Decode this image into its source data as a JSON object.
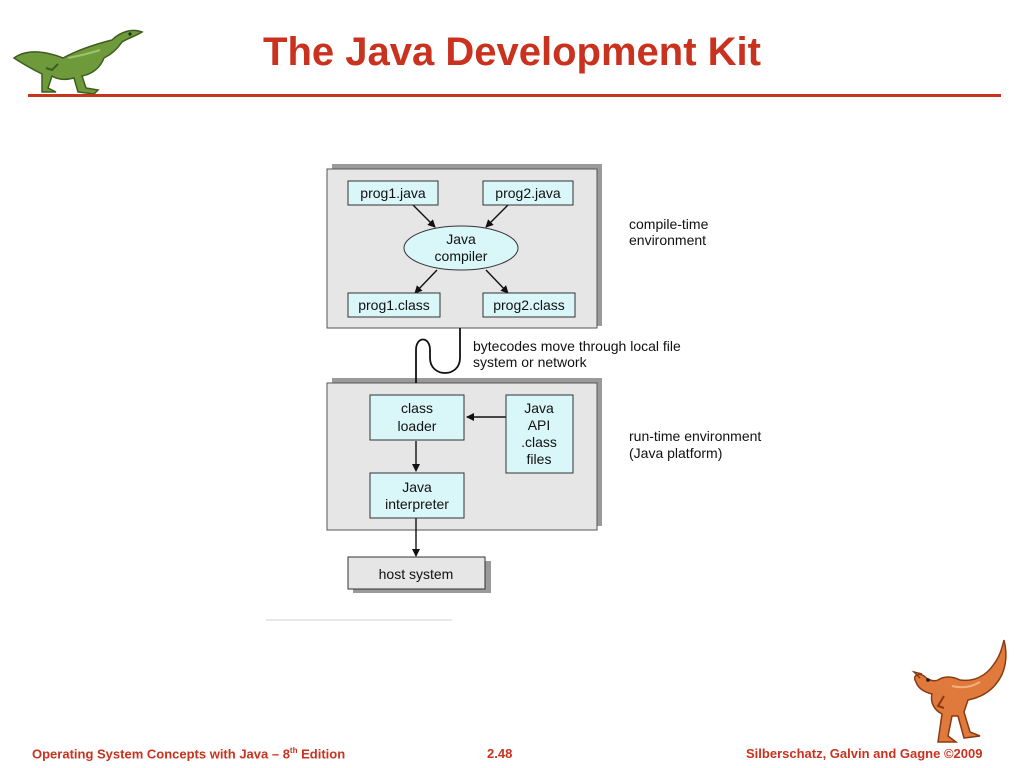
{
  "slide": {
    "title": "The Java Development Kit"
  },
  "diagram": {
    "boxes": {
      "prog1_java": "prog1.java",
      "prog2_java": "prog2.java",
      "compiler_line1": "Java",
      "compiler_line2": "compiler",
      "prog1_class": "prog1.class",
      "prog2_class": "prog2.class",
      "class_loader_line1": "class",
      "class_loader_line2": "loader",
      "api_line1": "Java",
      "api_line2": "API",
      "api_line3": ".class",
      "api_line4": "files",
      "interpreter_line1": "Java",
      "interpreter_line2": "interpreter",
      "host_system": "host system"
    },
    "labels": {
      "compile_time_line1": "compile-time",
      "compile_time_line2": "environment",
      "bytecodes_line1": "bytecodes move through local file",
      "bytecodes_line2": "system or network",
      "runtime_line1": "run-time environment",
      "runtime_line2": "(Java platform)"
    },
    "colors": {
      "box_fill": "#d9f6f9",
      "panel_fill": "#e6e6e6",
      "panel_shadow": "#9a9a9a",
      "host_fill": "#e6e6e6"
    }
  },
  "footer": {
    "left_text": "Operating System Concepts  with Java – 8",
    "left_sup": "th",
    "left_suffix": " Edition",
    "page_number": "2.48",
    "copyright": "Silberschatz, Galvin and Gagne ©2009"
  },
  "colors": {
    "accent": "#c8321e"
  }
}
